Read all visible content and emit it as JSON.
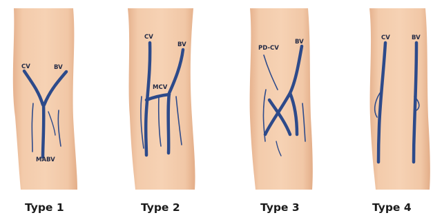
{
  "colors": {
    "vein": "#2d4a8a",
    "skin": "#f2c9a8",
    "skin_shade": "#e7b38f",
    "label": "#1b1b1b"
  },
  "panels": [
    {
      "type_label": "Type 1",
      "vein_labels": {
        "cv": "CV",
        "bv": "BV",
        "mabv": "MABV"
      }
    },
    {
      "type_label": "Type 2",
      "vein_labels": {
        "cv": "CV",
        "bv": "BV",
        "mcv": "MCV"
      }
    },
    {
      "type_label": "Type 3",
      "vein_labels": {
        "pdcv": "PD-CV",
        "bv": "BV"
      }
    },
    {
      "type_label": "Type 4",
      "vein_labels": {
        "cv": "CV",
        "bv": "BV"
      }
    }
  ]
}
